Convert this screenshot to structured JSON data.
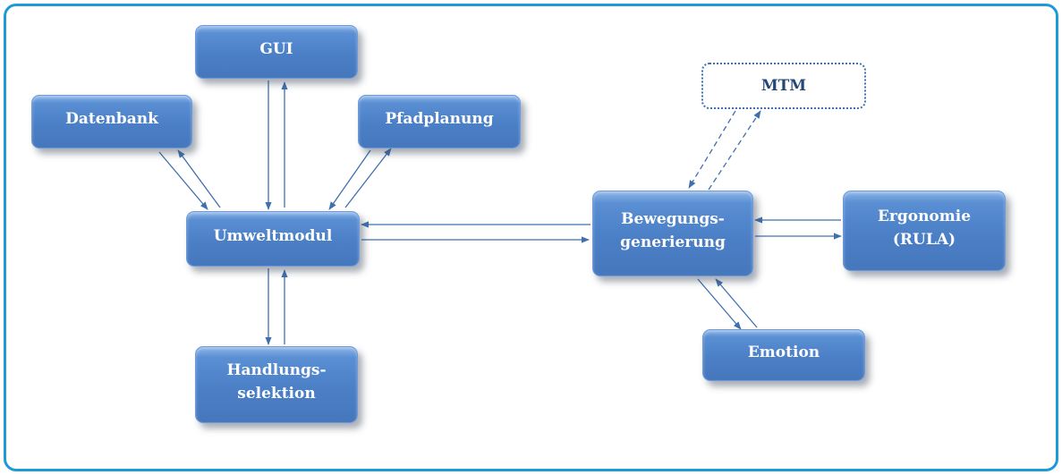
{
  "diagram": {
    "nodes": {
      "gui": "GUI",
      "datenbank": "Datenbank",
      "pfadplanung": "Pfadplanung",
      "umweltmodul": "Umweltmodul",
      "handlungsselektion_line1": "Handlungs-",
      "handlungsselektion_line2": "selektion",
      "mtm": "MTM",
      "bewegungsgenerierung_line1": "Bewegungs-",
      "bewegungsgenerierung_line2": "generierung",
      "ergonomie_line1": "Ergonomie",
      "ergonomie_line2": "(RULA)",
      "emotion": "Emotion"
    },
    "edges": [
      {
        "from": "Datenbank",
        "to": "Umweltmodul",
        "bidirectional": true
      },
      {
        "from": "GUI",
        "to": "Umweltmodul",
        "bidirectional": true
      },
      {
        "from": "Pfadplanung",
        "to": "Umweltmodul",
        "bidirectional": true
      },
      {
        "from": "Umweltmodul",
        "to": "Handlungsselektion",
        "bidirectional": true
      },
      {
        "from": "Umweltmodul",
        "to": "Bewegungsgenerierung",
        "bidirectional": true
      },
      {
        "from": "MTM",
        "to": "Bewegungsgenerierung",
        "bidirectional": true,
        "style": "dashed"
      },
      {
        "from": "Ergonomie (RULA)",
        "to": "Bewegungsgenerierung",
        "bidirectional": true
      },
      {
        "from": "Emotion",
        "to": "Bewegungsgenerierung",
        "bidirectional": true
      }
    ],
    "colors": {
      "frame": "#1e9ad6",
      "node_fill": "#4b7fc6",
      "arrow": "#3f70ad",
      "node_text": "#ffffff"
    }
  }
}
